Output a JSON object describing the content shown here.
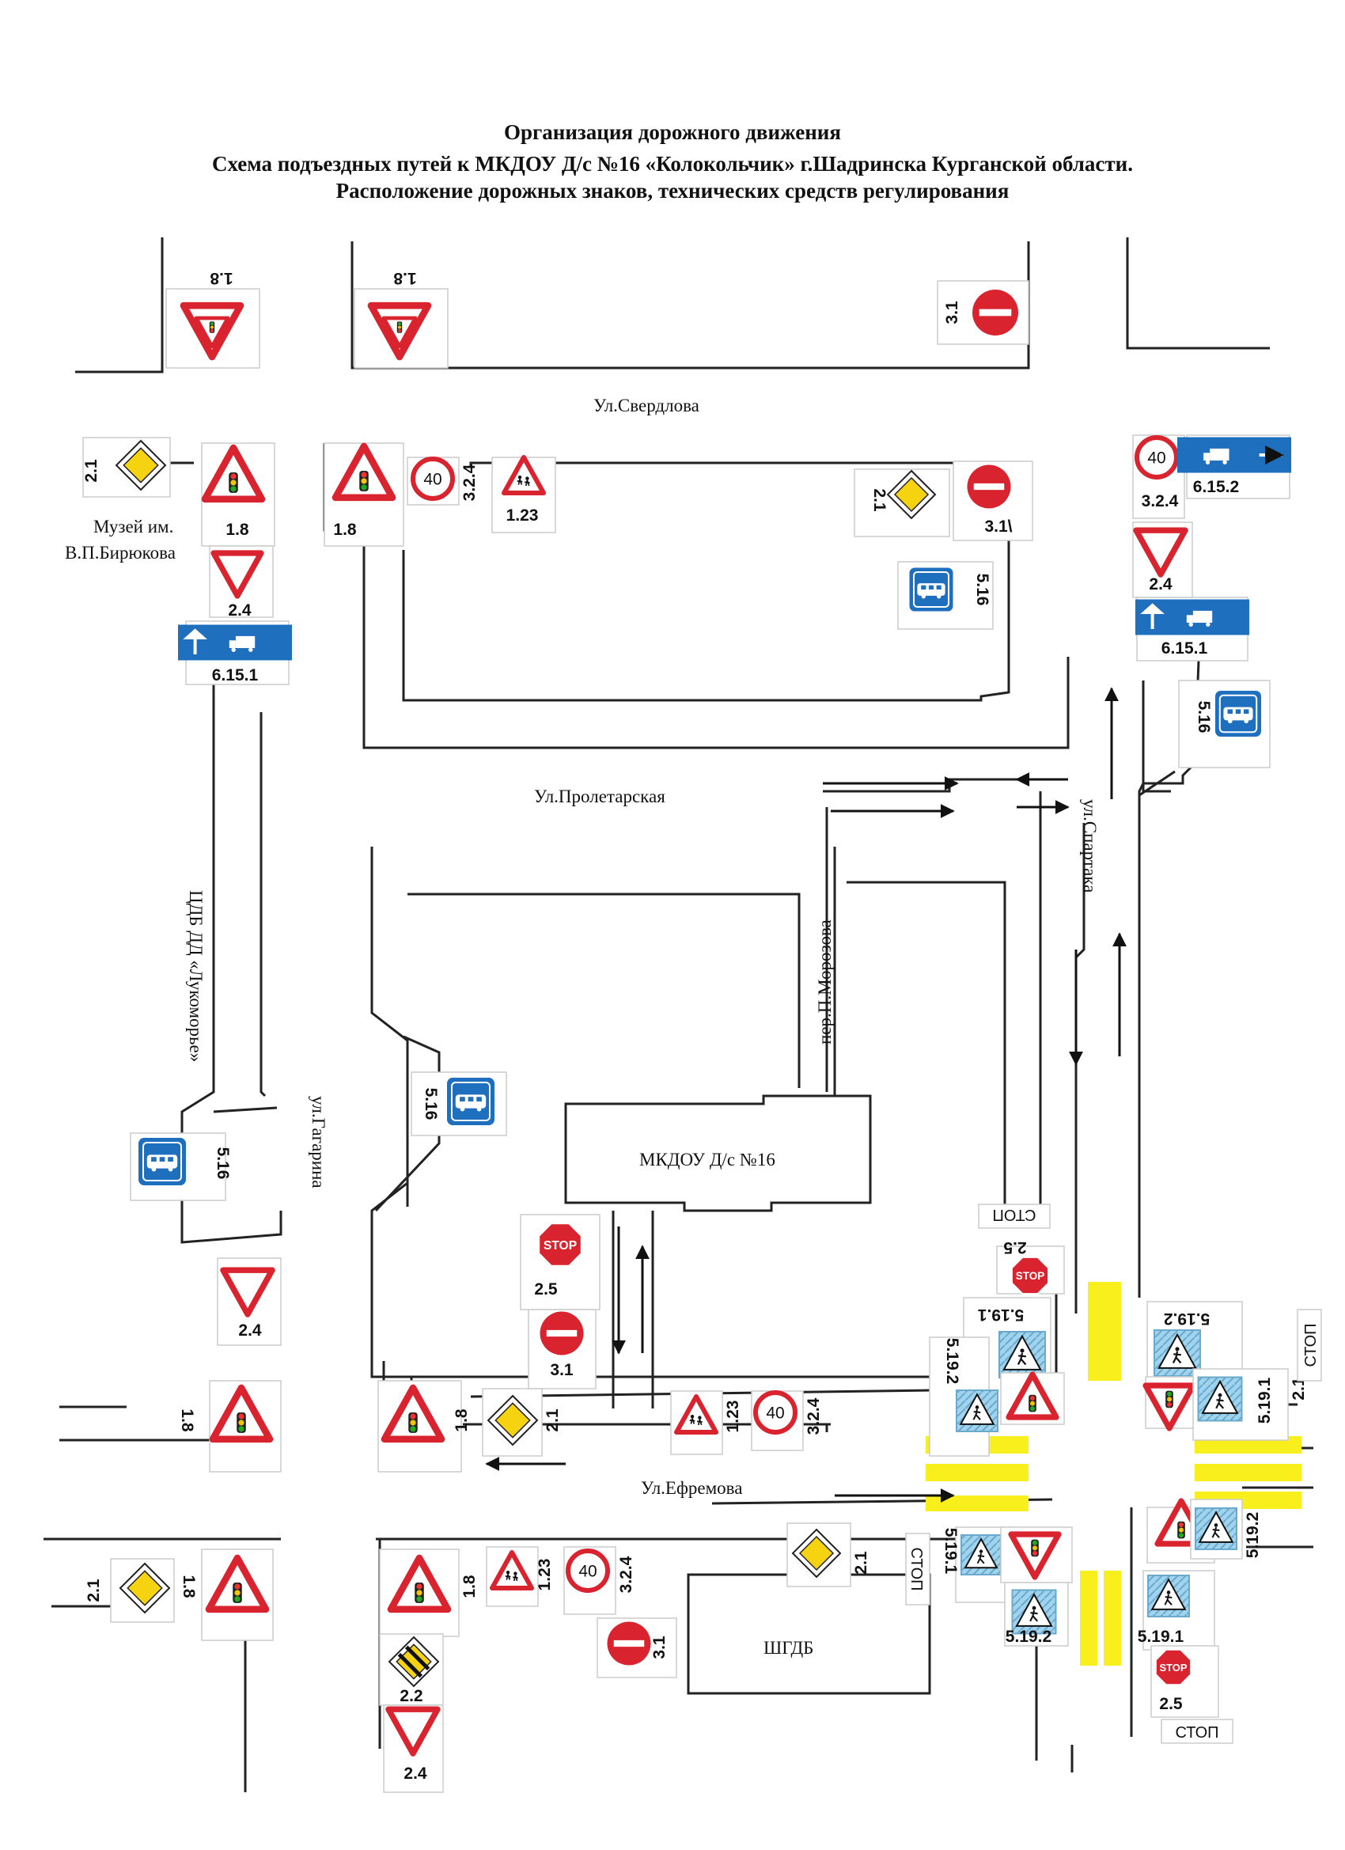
{
  "title": {
    "line1": "Организация дорожного движения",
    "line2": "Схема подъездных путей  к МКДОУ Д/с №16 «Колокольчик» г.Шадринска Курганской области.",
    "line3": "Расположение дорожных знаков, технических средств регулирования"
  },
  "streets": {
    "sverdlova": "Ул.Свердлова",
    "proletarskaya": "Ул.Пролетарская",
    "spartaka": "ул.Спартака",
    "morozova": "пер.П.Морозова",
    "gagarina": "ул.Гагарина",
    "efremova": "Ул.Ефремова"
  },
  "buildings": {
    "kindergarten": "МКДОУ Д/с №16",
    "museum_line1": "Музей им.",
    "museum_line2": "В.П.Бирюкова",
    "library": "ЦДБ ДД «Лукоморье»",
    "sgdb": "ШГДБ"
  },
  "sign_codes": {
    "c1_8": "1.8",
    "c1_23": "1.23",
    "c2_1": "2.1",
    "c2_2": "2.2",
    "c2_4": "2.4",
    "c2_5": "2.5",
    "c3_1": "3.1",
    "c3_1_slash": "3.1\\",
    "c3_2_4": "3.2.4",
    "c5_16": "5.16",
    "c5_19_1": "5.19.1",
    "c5_19_2": "5.19.2",
    "c6_15_1": "6.15.1",
    "c6_15_2": "6.15.2"
  },
  "sign_face": {
    "speed": "40",
    "stop": "STOP",
    "stop_line": "СТОП"
  },
  "colors": {
    "sign_red": "#d9232e",
    "sign_blue": "#1f6fbf",
    "priority_yellow": "#f5d311",
    "crosswalk_yellow": "#f8ef1c",
    "crosswalk_sign_blue": "#9fd3ee"
  },
  "icons": [
    "traffic-light-icon",
    "children-icon",
    "bus-icon",
    "truck-icon",
    "pedestrian-icon",
    "arrow-icon"
  ]
}
